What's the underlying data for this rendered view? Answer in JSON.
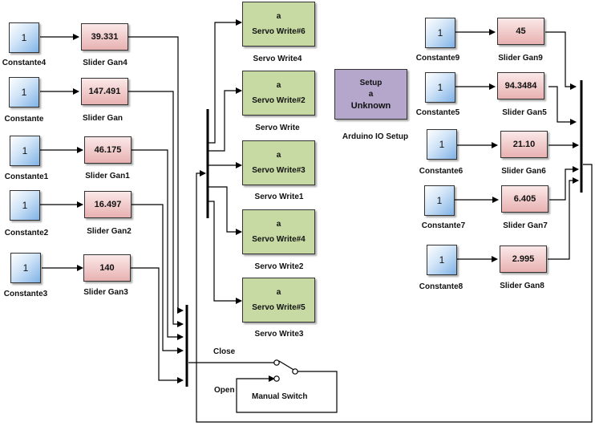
{
  "constants": [
    {
      "id": "Constante4",
      "value": "1",
      "label": "Constante4"
    },
    {
      "id": "Constante",
      "value": "1",
      "label": "Constante"
    },
    {
      "id": "Constante1",
      "value": "1",
      "label": "Constante1"
    },
    {
      "id": "Constante2",
      "value": "1",
      "label": "Constante2"
    },
    {
      "id": "Constante3",
      "value": "1",
      "label": "Constante3"
    },
    {
      "id": "Constante9",
      "value": "1",
      "label": "Constante9"
    },
    {
      "id": "Constante5",
      "value": "1",
      "label": "Constante5"
    },
    {
      "id": "Constante6",
      "value": "1",
      "label": "Constante6"
    },
    {
      "id": "Constante7",
      "value": "1",
      "label": "Constante7"
    },
    {
      "id": "Constante8",
      "value": "1",
      "label": "Constante8"
    }
  ],
  "gains": [
    {
      "value": "39.331",
      "label": "Slider Gan4"
    },
    {
      "value": "147.491",
      "label": "Slider Gan"
    },
    {
      "value": "46.175",
      "label": "Slider Gan1"
    },
    {
      "value": "16.497",
      "label": "Slider Gan2"
    },
    {
      "value": "140",
      "label": "Slider Gan3"
    },
    {
      "value": "45",
      "label": "Slider Gan9"
    },
    {
      "value": "94.3484",
      "label": "Slider Gan5"
    },
    {
      "value": "21.10",
      "label": "Slider Gan6"
    },
    {
      "value": "6.405",
      "label": "Slider Gan7"
    },
    {
      "value": "2.995",
      "label": "Slider Gan8"
    }
  ],
  "servos": [
    {
      "port": "a",
      "name": "Servo Write#6",
      "label": "Servo Write4"
    },
    {
      "port": "a",
      "name": "Servo Write#2",
      "label": "Servo Write"
    },
    {
      "port": "a",
      "name": "Servo Write#3",
      "label": "Servo Write1"
    },
    {
      "port": "a",
      "name": "Servo Write#4",
      "label": "Servo Write2"
    },
    {
      "port": "a",
      "name": "Servo Write#5",
      "label": "Servo Write3"
    }
  ],
  "setup": {
    "line1": "Setup",
    "line2": "a",
    "line3": "Unknown",
    "label": "Arduino IO Setup"
  },
  "switch": {
    "close_label": "Close",
    "open_label": "Open",
    "label": "Manual Switch"
  },
  "colors": {
    "constant": "#7fb2e6",
    "gain": "#e8b1b1",
    "servo": "#c8daa3",
    "setup": "#b4a7cb",
    "line": "#000000"
  }
}
